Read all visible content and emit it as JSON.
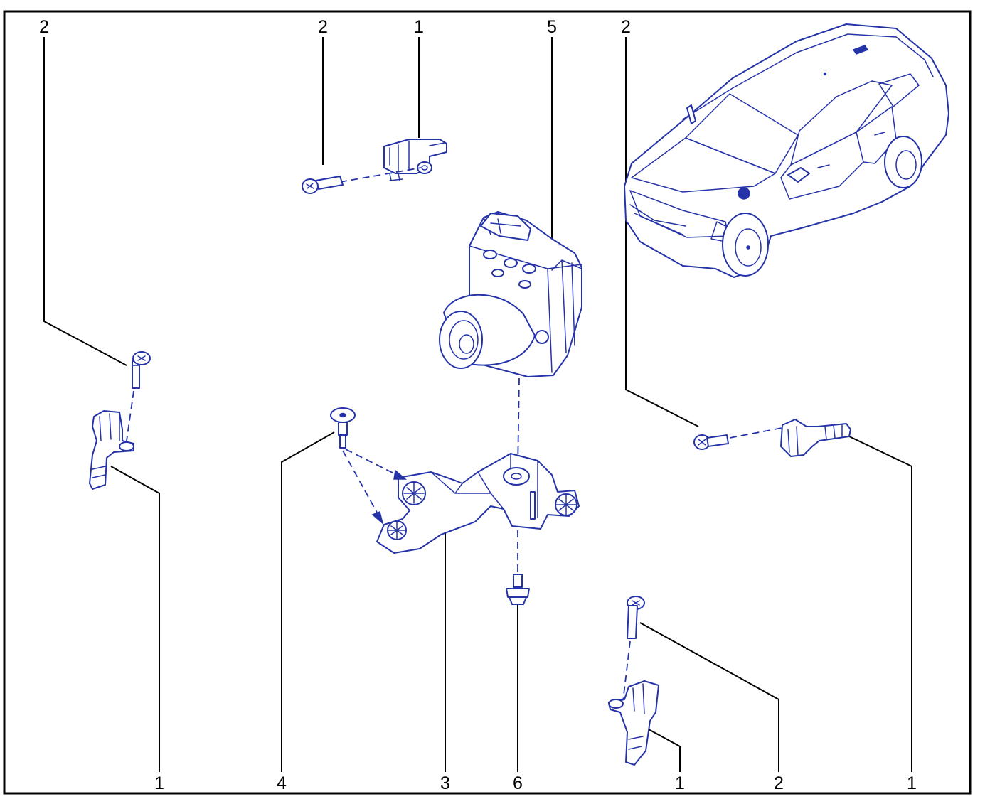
{
  "callouts": {
    "top_left_2": "2",
    "top_2": "2",
    "top_1": "1",
    "top_5": "5",
    "top_right_2": "2",
    "bottom_1_left": "1",
    "bottom_4": "4",
    "bottom_3": "3",
    "bottom_6": "6",
    "bottom_1_mid": "1",
    "bottom_2": "2",
    "bottom_1_right": "1"
  },
  "colors": {
    "part_stroke": "#2533a8",
    "leader": "#000000",
    "frame": "#000000",
    "background": "#ffffff"
  }
}
